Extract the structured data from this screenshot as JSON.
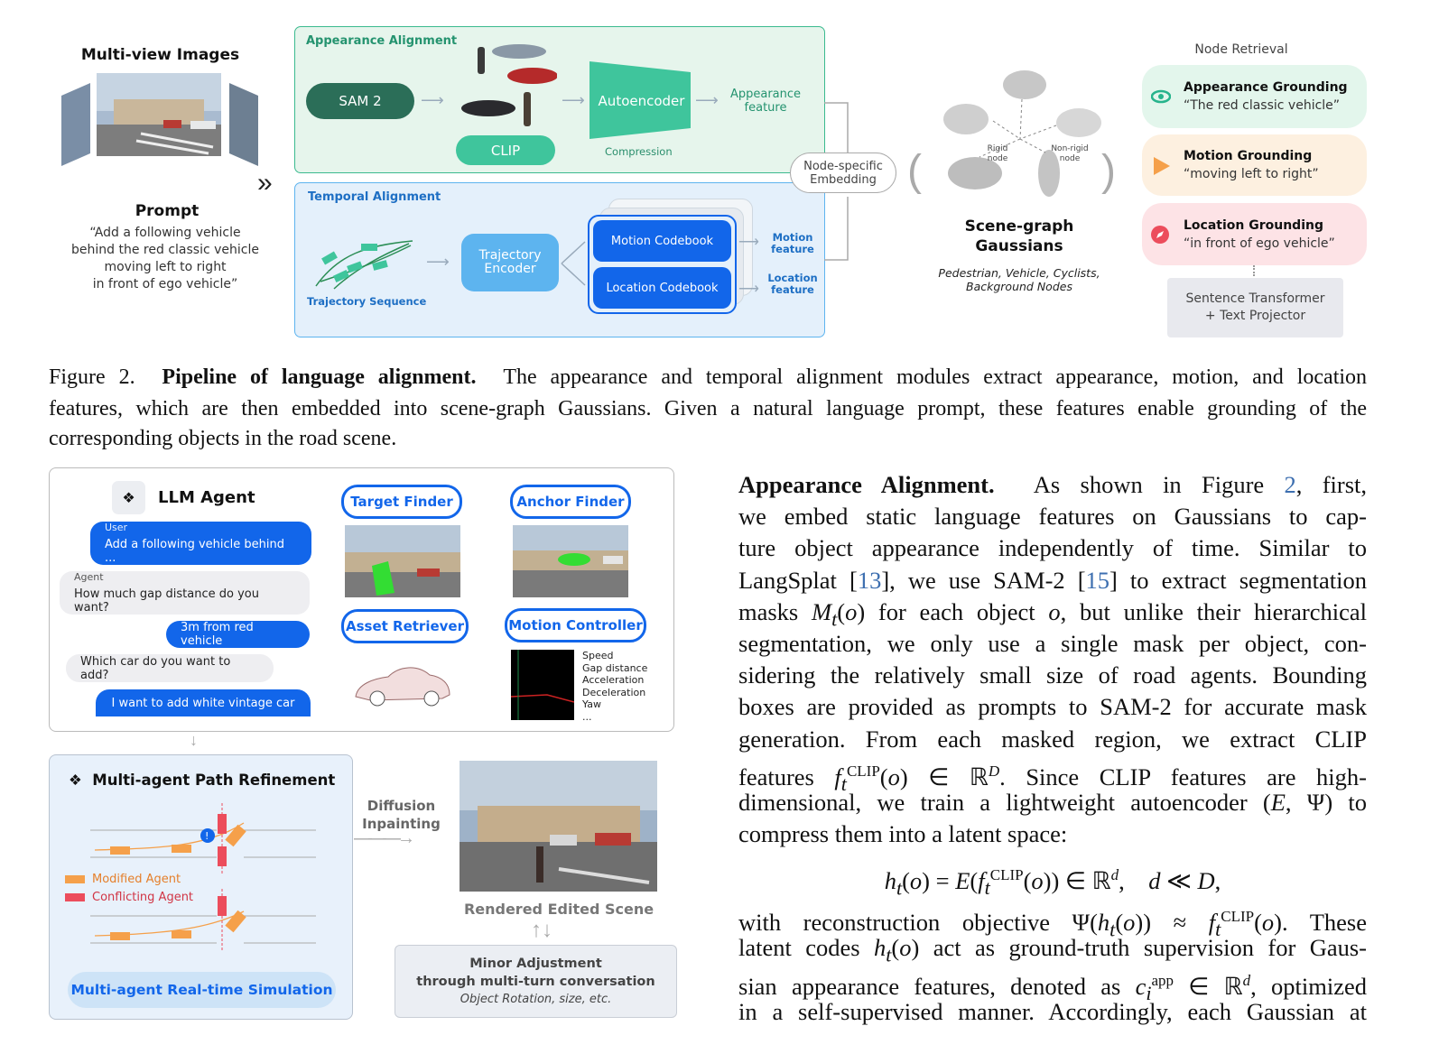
{
  "fig2": {
    "multiview_title": "Multi-view Images",
    "prompt_title": "Prompt",
    "prompt_lines": [
      "“Add a following vehicle",
      "behind the red classic vehicle",
      "moving left to right",
      "in front of ego vehicle”"
    ],
    "appearance_title": "Appearance Alignment",
    "sam2": "SAM 2",
    "clip": "CLIP",
    "autoencoder": "Autoencoder",
    "compression": "Compression",
    "appearance_feature": [
      "Appearance",
      "feature"
    ],
    "temporal_title": "Temporal Alignment",
    "trajectory_sequence": "Trajectory Sequence",
    "trajectory_encoder": [
      "Trajectory",
      "Encoder"
    ],
    "motion_codebook": "Motion Codebook",
    "location_codebook": "Location Codebook",
    "motion_feature": [
      "Motion",
      "feature"
    ],
    "location_feature": [
      "Location",
      "feature"
    ],
    "node_embedding": [
      "Node-specific",
      "Embedding"
    ],
    "rigid_node": [
      "Rigid",
      "node"
    ],
    "nonrigid_node": [
      "Non-rigid",
      "node"
    ],
    "scene_graph": [
      "Scene-graph",
      "Gaussians"
    ],
    "scene_graph_sub": [
      "Pedestrian, Vehicle, Cyclists,",
      "Background Nodes"
    ],
    "node_retrieval": "Node Retrieval",
    "grounding": [
      {
        "title": "Appearance Grounding",
        "text": "“The red classic vehicle”",
        "bg": "#e3f6ec",
        "icon": "eye-icon",
        "color": "#27b48c"
      },
      {
        "title": "Motion Grounding",
        "text": "“moving left to right”",
        "bg": "#fdf0e0",
        "icon": "play-icon",
        "color": "#f5a04a"
      },
      {
        "title": "Location Grounding",
        "text": "“in front of ego vehicle”",
        "bg": "#fde3e6",
        "icon": "compass-icon",
        "color": "#ec4d5c"
      }
    ],
    "sentence_transformer": [
      "Sentence Transformer",
      "+ Text Projector"
    ]
  },
  "caption": {
    "label": "Figure 2.",
    "bold": "Pipeline of language alignment.",
    "lines": [
      "The appearance and temporal alignment modules extract appearance, motion, and location",
      "features, which are then embedded into scene-graph Gaussians. Given a natural language prompt, these features enable grounding of the",
      "corresponding objects in the road scene."
    ]
  },
  "fig3": {
    "llm_agent": "LLM Agent",
    "chat": [
      {
        "role": "User",
        "text": "Add a following vehicle behind ..."
      },
      {
        "role": "Agent",
        "text": "How much gap distance do you want?"
      },
      {
        "role": "",
        "text": "3m from red vehicle"
      },
      {
        "role": "",
        "text": "Which car do you want to add?"
      },
      {
        "role": "",
        "text": "I want to add white vintage car"
      }
    ],
    "target_finder": "Target Finder",
    "anchor_finder": "Anchor Finder",
    "asset_retriever": "Asset Retriever",
    "motion_controller": "Motion Controller",
    "motion_list": [
      "Speed",
      "Gap distance",
      "Acceleration",
      "Deceleration",
      "Yaw",
      "..."
    ],
    "path_refinement": "Multi-agent Path Refinement",
    "modified_agent": "Modified Agent",
    "conflicting_agent": "Conflicting Agent",
    "simulation": "Multi-agent Real-time Simulation",
    "diffusion": [
      "Diffusion",
      "Inpainting"
    ],
    "rendered": "Rendered Edited Scene",
    "minor": [
      "Minor Adjustment",
      "through multi-turn conversation",
      "Object Rotation, size, etc."
    ]
  },
  "text": {
    "heading": "Appearance Alignment.",
    "fig_ref": "2",
    "ref13": "13",
    "ref15": "15"
  },
  "colors": {
    "green": "#27b48c",
    "dark_green": "#2b6e58",
    "blue": "#1266ea",
    "light_blue": "#5db4ef",
    "red": "#ec4d5c",
    "orange": "#f5a04a"
  }
}
